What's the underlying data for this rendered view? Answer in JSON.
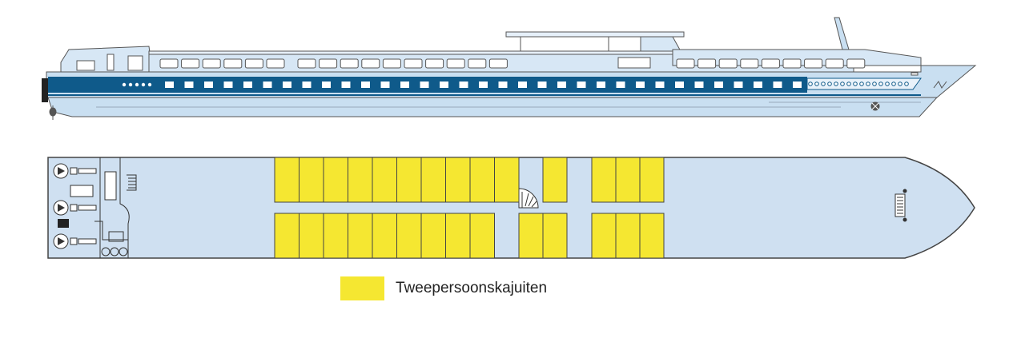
{
  "colors": {
    "hull_fill": "#c9dff1",
    "hull_stroke": "#555555",
    "band_blue": "#0f5a8a",
    "window_fill": "#ffffff",
    "deck_fill": "#cfe0f1",
    "cabin_yellow": "#f5e731",
    "outline": "#333333"
  },
  "ship": {
    "profile_icon": "ship-side-profile",
    "deck_plan_icon": "ship-deck-plan"
  },
  "legend": {
    "items": [
      {
        "label": "Tweepersoonskajuiten",
        "color": "#f5e731"
      }
    ]
  }
}
